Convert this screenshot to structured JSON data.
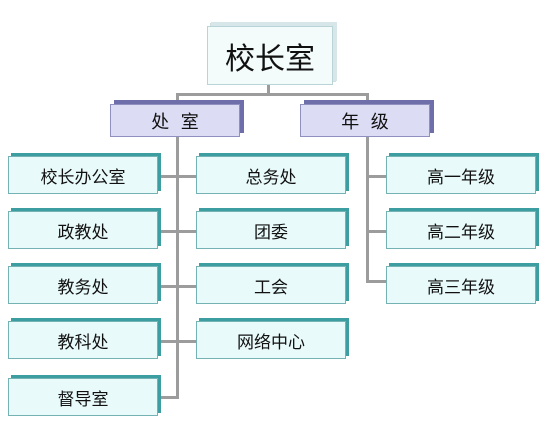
{
  "principal": {
    "label": "校长室"
  },
  "departments": [
    {
      "label": "处  室"
    },
    {
      "label": "年  级"
    }
  ],
  "offices_left": [
    {
      "label": "校长办公室"
    },
    {
      "label": "政教处"
    },
    {
      "label": "教务处"
    },
    {
      "label": "教科处"
    },
    {
      "label": "督导室"
    }
  ],
  "offices_middle": [
    {
      "label": "总务处"
    },
    {
      "label": "团委"
    },
    {
      "label": "工会"
    },
    {
      "label": "网络中心"
    }
  ],
  "grades": [
    {
      "label": "高一年级"
    },
    {
      "label": "高二年级"
    },
    {
      "label": "高三年级"
    }
  ],
  "colors": {
    "top_box": "#f4fbfb",
    "dept_box": "#dcdcf5",
    "dept_edge": "#6e6eab",
    "office_box": "#e9fafa",
    "office_edge": "#3c9ea0",
    "connector": "#9c9c9c"
  }
}
